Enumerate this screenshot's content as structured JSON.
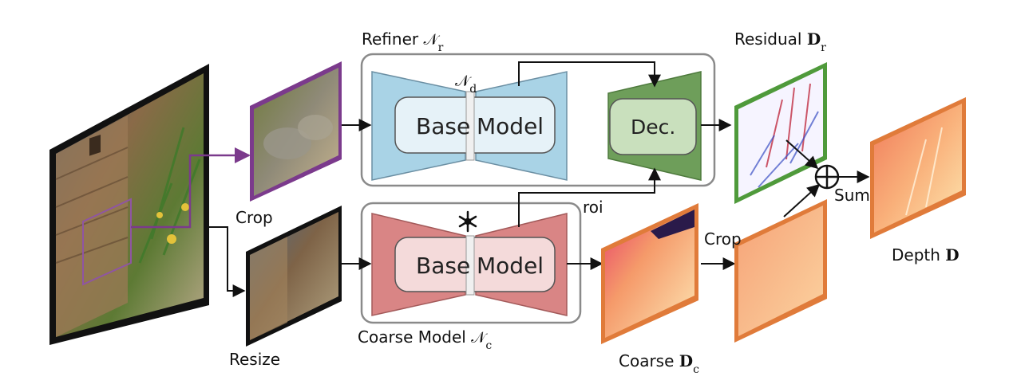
{
  "labels": {
    "refiner_title": "Refiner",
    "refiner_symbol": "𝒩",
    "refiner_subscript": "r",
    "decoder_symbol": "𝒩",
    "decoder_subscript": "d",
    "coarse_title": "Coarse Model",
    "coarse_symbol": "𝒩",
    "coarse_subscript": "c",
    "residual": "Residual",
    "residual_symbol": "D",
    "residual_subscript": "r",
    "crop_top": "Crop",
    "resize": "Resize",
    "roi": "roi",
    "sum": "Sum",
    "crop_lower": "Crop",
    "coarse_out": "Coarse",
    "coarse_out_symbol": "D",
    "coarse_out_subscript": "c",
    "depth": "Depth",
    "depth_symbol": "D",
    "base_model_left": "Base",
    "base_model_right": "Model",
    "base_model_left_2": "Base",
    "base_model_right_2": "Model",
    "dec": "Dec."
  },
  "icons": {
    "frozen": "snowflake-icon",
    "sum": "circled-plus-icon"
  },
  "colors": {
    "refiner_encoder": "#a9d3e6",
    "coarse_encoder": "#d98585",
    "decoder": "#6e9e5a",
    "crop_frame": "#7b3a8c",
    "residual_frame": "#4f9a3b",
    "depth_frame": "#e07b3a"
  }
}
